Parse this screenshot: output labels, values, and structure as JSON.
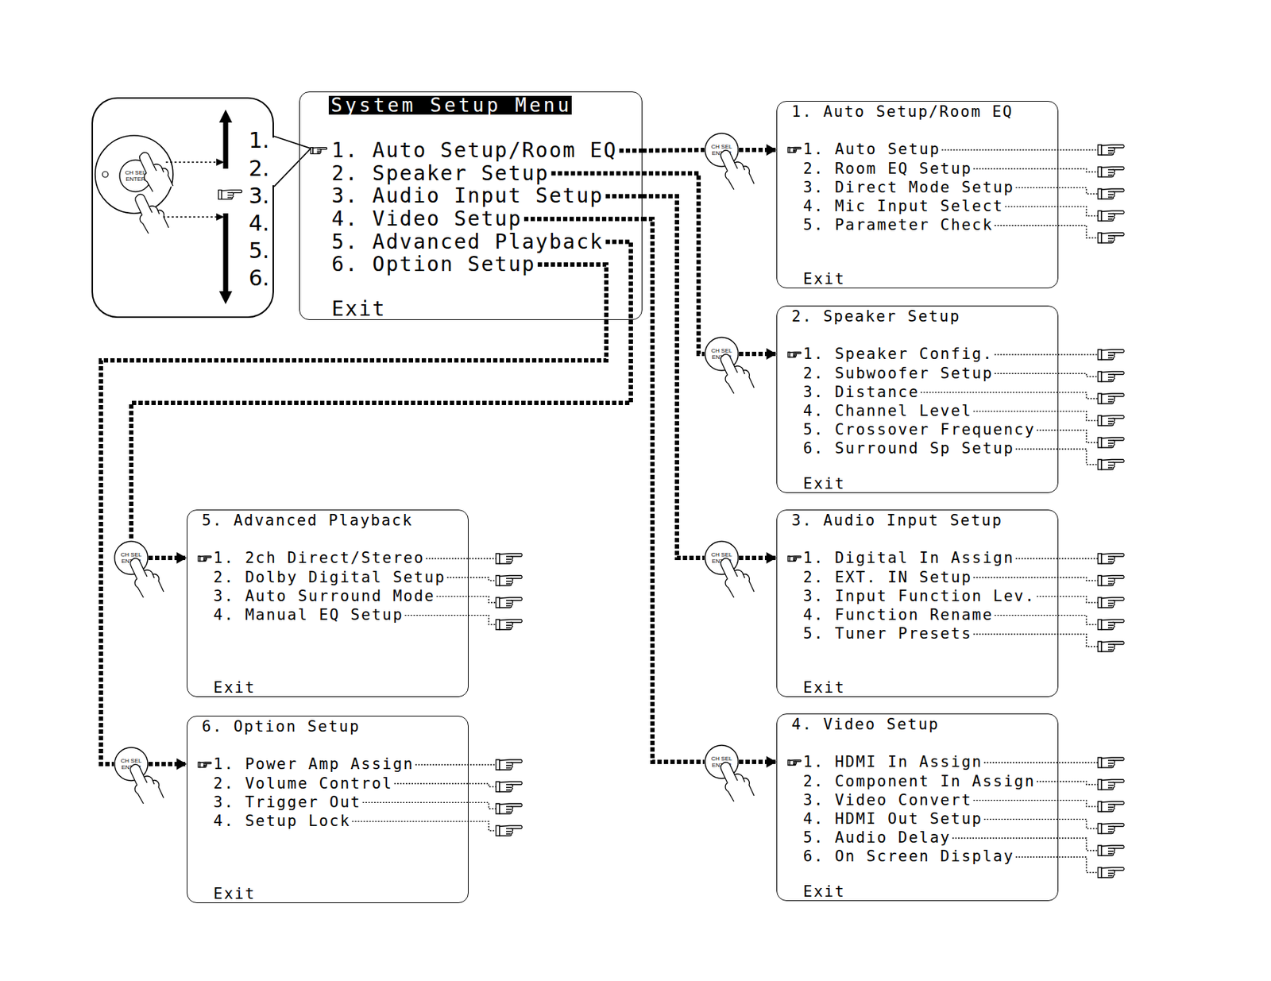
{
  "diagram": {
    "nodes": [
      {
        "text": [
          "1.",
          "2.",
          "3.",
          "4.",
          "5.",
          "6."
        ]
      },
      {
        "text": [
          "CH SEL ENTER"
        ],
        "in": 0
      },
      {
        "text": [
          "System Setup Menu",
          "1. Auto Setup/Room EQ",
          "2. Speaker Setup",
          "3. Audio Input Setup",
          "4. Video Setup",
          "5. Advanced Playback",
          "6. Option Setup",
          "Exit"
        ]
      },
      {
        "text": [
          "CH SEL ENTER"
        ]
      },
      {
        "text": [
          "1. Auto Setup/Room EQ",
          "1. Auto Setup",
          "2. Room EQ Setup",
          "3. Direct Mode Setup",
          "4. Mic Input Select",
          "5. Parameter Check",
          "Exit"
        ]
      },
      {
        "text": [
          "CH SEL ENTER"
        ]
      },
      {
        "text": [
          "2. Speaker Setup",
          "1. Speaker Config.",
          "2. Subwoofer Setup",
          "3. Distance",
          "4. Channel Level",
          "5. Crossover Frequency",
          "6. Surround Sp Setup",
          "Exit"
        ]
      },
      {
        "text": [
          "CH SEL ENTER"
        ]
      },
      {
        "text": [
          "3. Audio Input Setup",
          "1. Digital In Assign",
          "2. EXT. IN Setup",
          "3. Input Function Lev.",
          "4. Function Rename",
          "5. Tuner Presets",
          "Exit"
        ]
      },
      {
        "text": [
          "CH SEL ENTER"
        ]
      },
      {
        "text": [
          "4. Video Setup",
          "1. HDMI In Assign",
          "2. Component In Assign",
          "3. Video Convert",
          "4. HDMI Out Setup",
          "5. Audio Delay",
          "6. On Screen Display",
          "Exit"
        ]
      },
      {
        "text": [
          "CH SEL ENTER"
        ]
      },
      {
        "text": [
          "5. Advanced Playback",
          "1. 2ch Direct/Stereo",
          "2. Dolby Digital Setup",
          "3. Auto Surround Mode",
          "4. Manual EQ Setup",
          "Exit"
        ]
      },
      {
        "text": [
          "CH SEL ENTER"
        ]
      },
      {
        "text": [
          "6. Option Setup",
          "1. Power Amp Assign",
          "2. Volume Control",
          "3. Trigger Out",
          "4. Setup Lock",
          "Exit"
        ]
      }
    ],
    "edges": [
      {
        "from": 2,
        "to": 3,
        "arrow": "none"
      },
      {
        "from": 3,
        "to": 4,
        "arrow": "to"
      },
      {
        "from": 2,
        "to": 5,
        "arrow": "none"
      },
      {
        "from": 5,
        "to": 6,
        "arrow": "to"
      },
      {
        "from": 2,
        "to": 7,
        "arrow": "none"
      },
      {
        "from": 7,
        "to": 8,
        "arrow": "to"
      },
      {
        "from": 2,
        "to": 9,
        "arrow": "none"
      },
      {
        "from": 9,
        "to": 10,
        "arrow": "to"
      },
      {
        "from": 2,
        "to": 11,
        "arrow": "none"
      },
      {
        "from": 11,
        "to": 12,
        "arrow": "to"
      },
      {
        "from": 2,
        "to": 13,
        "arrow": "none"
      },
      {
        "from": 13,
        "to": 14,
        "arrow": "to"
      }
    ]
  }
}
